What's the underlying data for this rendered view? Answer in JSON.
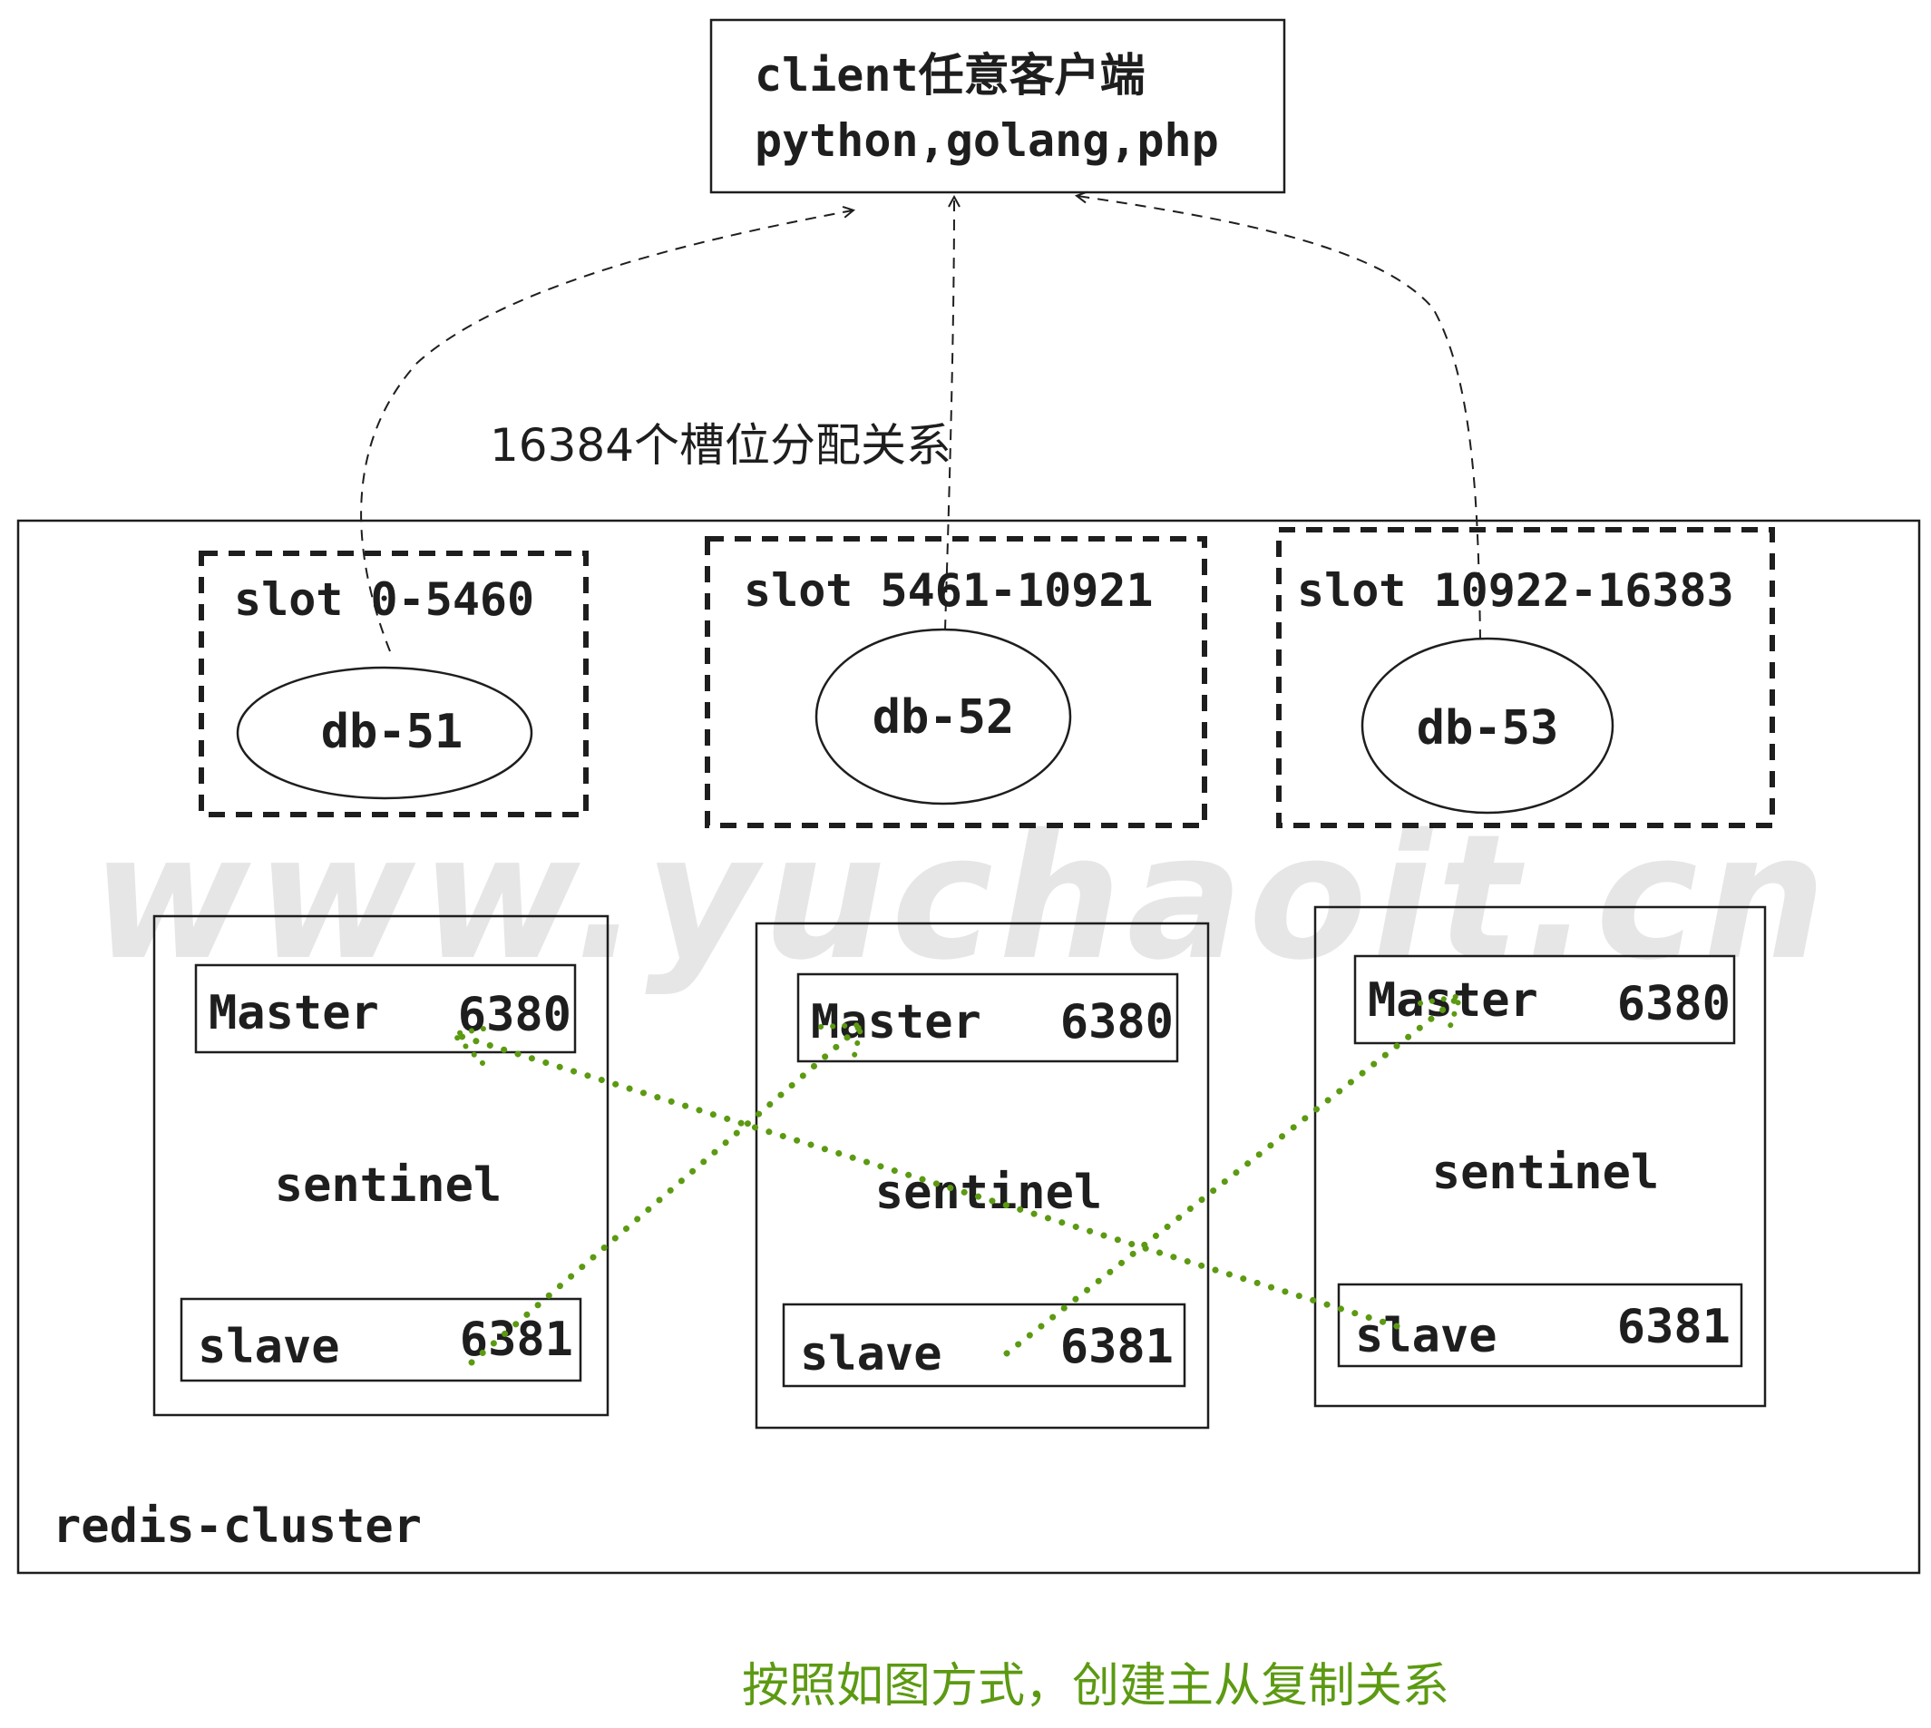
{
  "client": {
    "line1": "client任意客户端",
    "line2": "python,golang,php"
  },
  "slot_label": "16384个槽位分配关系",
  "cluster": {
    "label": "redis-cluster",
    "groups": [
      {
        "slot": "slot 0-5460",
        "db": "db-51"
      },
      {
        "slot": "slot 5461-10921",
        "db": "db-52"
      },
      {
        "slot": "slot 10922-16383",
        "db": "db-53"
      }
    ],
    "nodes": [
      {
        "master_label": "Master",
        "master_port": "6380",
        "sentinel": "sentinel",
        "slave_label": "slave",
        "slave_port": "6381"
      },
      {
        "master_label": "Master",
        "master_port": "6380",
        "sentinel": "sentinel",
        "slave_label": "slave",
        "slave_port": "6381"
      },
      {
        "master_label": "Master",
        "master_port": "6380",
        "sentinel": "sentinel",
        "slave_label": "slave",
        "slave_port": "6381"
      }
    ]
  },
  "watermark": "www.yuchaoit.cn",
  "caption": "按照如图方式，创建主从复制关系",
  "colors": {
    "ink": "#1e1e1e",
    "replication": "#5c9a12",
    "caption": "#5c9a12",
    "watermark": "#e6e6e6"
  }
}
